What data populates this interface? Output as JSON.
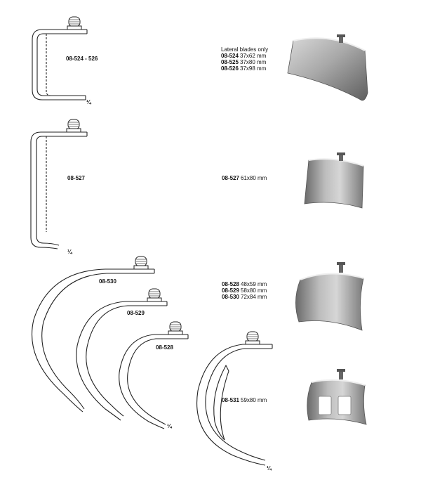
{
  "figures": [
    {
      "code": "08-524 - 526",
      "scale": "¼"
    },
    {
      "code": "08-527",
      "scale": "¼"
    },
    {
      "code": "08-530"
    },
    {
      "code": "08-529"
    },
    {
      "code": "08-528",
      "scale": "¼"
    },
    {
      "scale": "¼"
    }
  ],
  "specs": [
    {
      "heading": "Lateral blades only",
      "rows": [
        {
          "code": "08-524",
          "size": "37x62 mm"
        },
        {
          "code": "08-525",
          "size": "37x80 mm"
        },
        {
          "code": "08-526",
          "size": "37x98 mm"
        }
      ]
    },
    {
      "rows": [
        {
          "code": "08-527",
          "size": "61x80 mm"
        }
      ]
    },
    {
      "rows": [
        {
          "code": "08-528",
          "size": "48x59 mm"
        },
        {
          "code": "08-529",
          "size": "58x80 mm"
        },
        {
          "code": "08-530",
          "size": "72x84 mm"
        }
      ]
    },
    {
      "rows": [
        {
          "code": "08-531",
          "size": "59x80 mm"
        }
      ]
    }
  ],
  "colors": {
    "line": "#222222",
    "metal_light": "#cfcfcf",
    "metal_dark": "#6e6e6e"
  }
}
